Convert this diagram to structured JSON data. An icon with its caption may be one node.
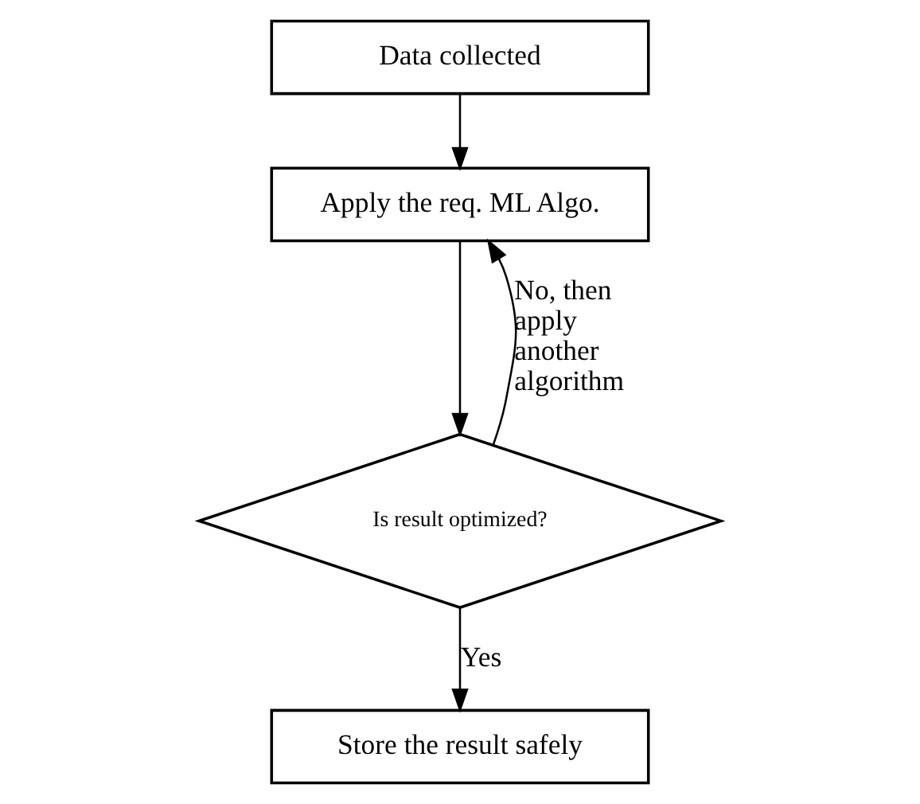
{
  "diagram": {
    "nodes": [
      {
        "text": [
          "Data collected"
        ]
      },
      {
        "text": [
          "Apply the req. ML Algo."
        ]
      },
      {
        "text": [
          "Is result optimized?"
        ]
      },
      {
        "text": [
          "Store the result safely"
        ]
      }
    ],
    "edges": [
      {
        "from": 0,
        "to": 1,
        "arrow": "to"
      },
      {
        "from": 1,
        "to": 2,
        "arrow": "to"
      },
      {
        "from": 2,
        "to": 1,
        "arrow": "to",
        "label": "No, then apply another algorithm"
      },
      {
        "from": 2,
        "to": 3,
        "arrow": "to",
        "label": "Yes"
      }
    ]
  }
}
